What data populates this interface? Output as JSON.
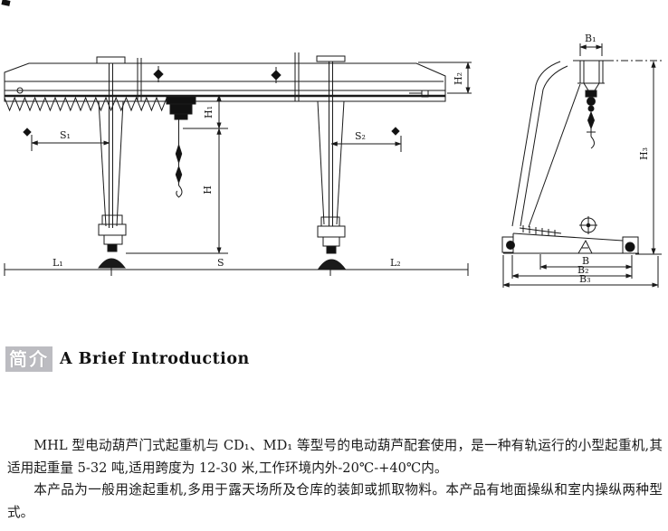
{
  "drawing": {
    "labels": {
      "s1": "S₁",
      "s2": "S₂",
      "h1": "H₁",
      "h": "H",
      "h2": "H₂",
      "l1": "L₁",
      "s": "S",
      "l2": "L₂",
      "b1": "B₁",
      "h3": "H₃",
      "b": "B",
      "b2": "B₂",
      "b3": "B₃"
    }
  },
  "section_header": {
    "tag": "简介",
    "title": "A Brief Introduction"
  },
  "intro": {
    "paragraphs": [
      "MHL 型电动葫芦门式起重机与 CD₁、MD₁ 等型号的电动葫芦配套使用，是一种有轨运行的小型起重机,其适用起重量 5-32 吨,适用跨度为 12-30 米,工作环境内外-20℃-+40℃内。",
      "本产品为一般用途起重机,多用于露天场所及仓库的装卸或抓取物料。本产品有地面操纵和室内操纵两种型式。"
    ]
  }
}
